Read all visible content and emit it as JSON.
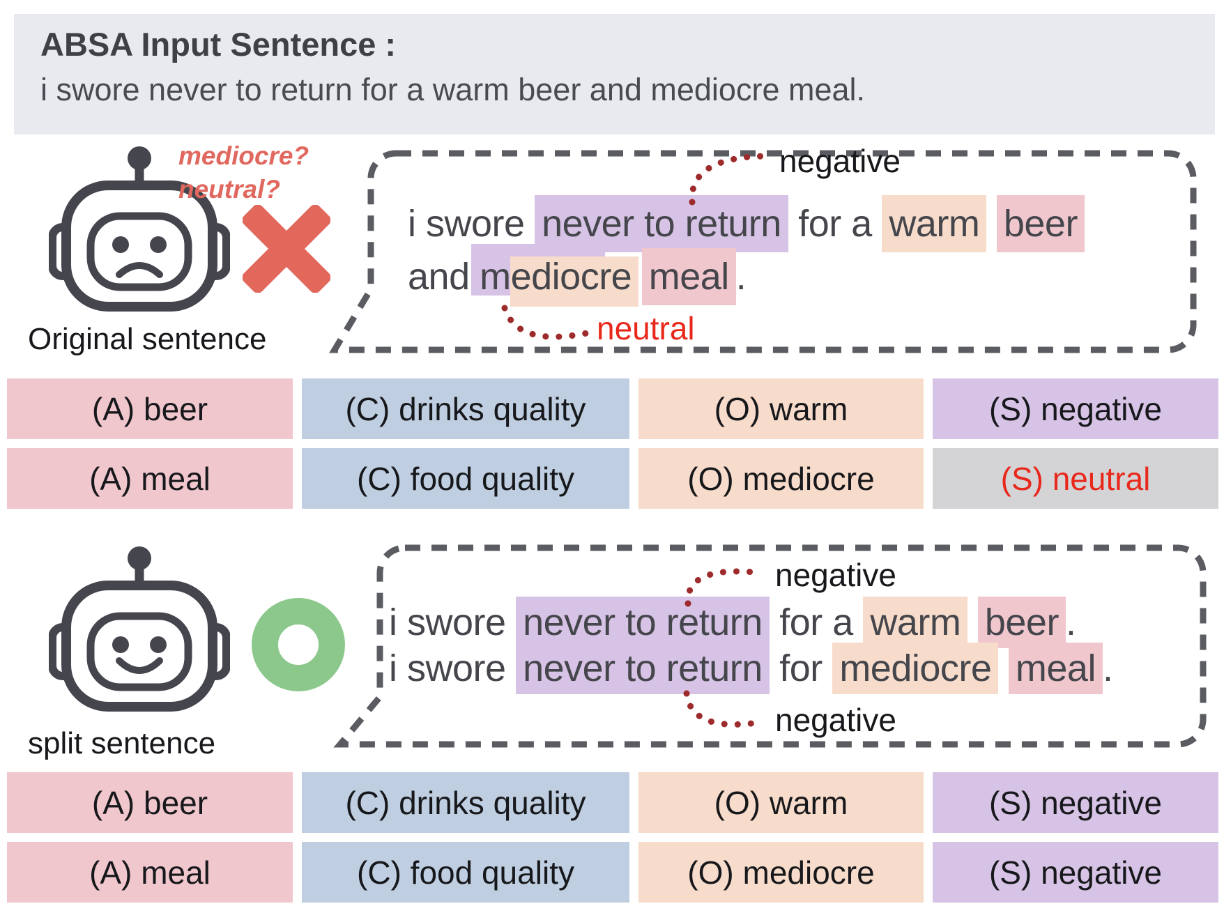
{
  "colors": {
    "banner_bg": "#e9eaef",
    "aspect_pink": "#f1c7ce",
    "category_blue": "#bfcfe1",
    "opinion_peach": "#f8dccb",
    "sentiment_purple": "#d7c3e5",
    "neutral_gray": "#d4d4d6",
    "alert_red": "#e9281c",
    "soft_red": "#e0685e",
    "arc_red": "#9e2b2b",
    "robot_dark": "#45464d",
    "check_green": "#8cc88c",
    "cross_red": "#e2685c",
    "bubble_border": "#5a5c61"
  },
  "banner": {
    "title": "ABSA Input Sentence :",
    "sentence": "i swore never to return for a warm beer and mediocre meal."
  },
  "original_section": {
    "robot_label": "Original sentence",
    "doubt_line1": "mediocre?",
    "doubt_line2": "neutral?",
    "bubble": {
      "line1": {
        "pre": "i swore",
        "hl_sentiment": "never to return",
        "mid": "for a",
        "hl_opinion": "warm",
        "hl_aspect": "beer"
      },
      "line2": {
        "pre": "and",
        "hl_overlap": "mediocre",
        "hl_aspect": "meal",
        "end": "."
      },
      "arrow_label_negative": "negative",
      "arrow_label_neutral": "neutral"
    },
    "table": {
      "rows": [
        [
          "(A) beer",
          "(C) drinks quality",
          "(O) warm",
          "(S) negative"
        ],
        [
          "(A) meal",
          "(C) food quality",
          "(O) mediocre",
          "(S) neutral"
        ]
      ]
    }
  },
  "split_section": {
    "robot_label": "split sentence",
    "bubble": {
      "line1": {
        "pre": "i swore",
        "hl_sentiment": "never to return",
        "mid": "for a",
        "hl_opinion": "warm",
        "hl_aspect": "beer",
        "end": "."
      },
      "line2": {
        "pre": "i swore",
        "hl_sentiment": "never to return",
        "mid": "for",
        "hl_opinion": "mediocre",
        "hl_aspect": "meal",
        "end": "."
      },
      "arrow_label_negative_top": "negative",
      "arrow_label_negative_bottom": "negative"
    },
    "table": {
      "rows": [
        [
          "(A) beer",
          "(C) drinks quality",
          "(O) warm",
          "(S) negative"
        ],
        [
          "(A) meal",
          "(C) food quality",
          "(O) mediocre",
          "(S) negative"
        ]
      ]
    }
  }
}
